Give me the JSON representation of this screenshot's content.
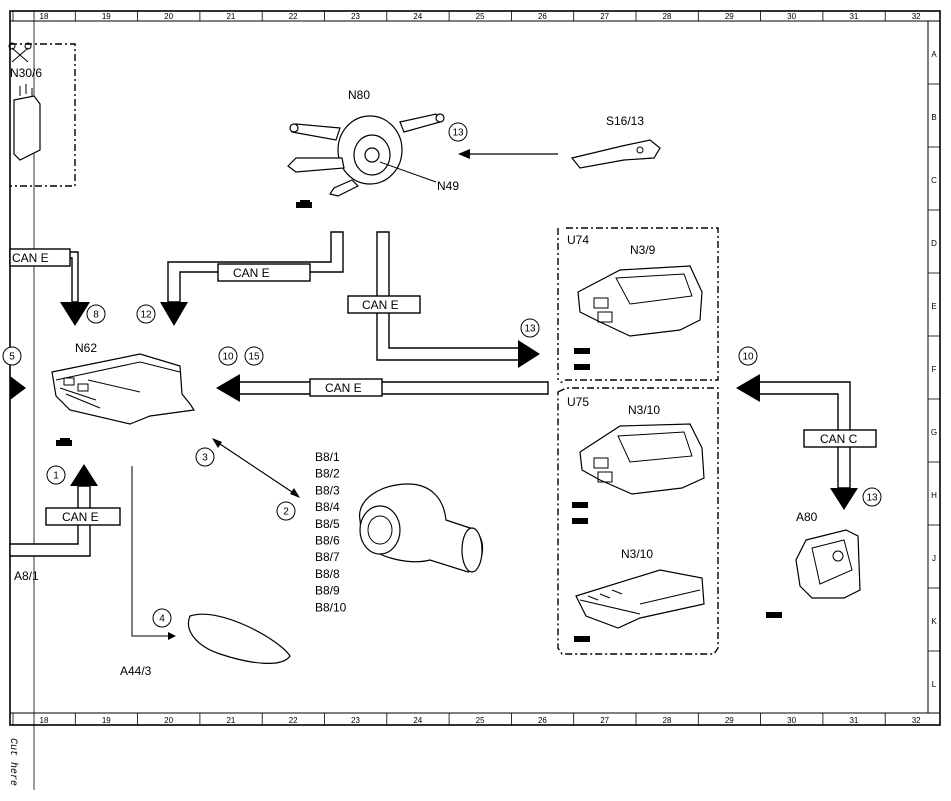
{
  "ruler": {
    "columns": [
      "18",
      "19",
      "20",
      "21",
      "22",
      "23",
      "24",
      "25",
      "26",
      "27",
      "28",
      "29",
      "30",
      "31",
      "32"
    ],
    "rows": [
      "A",
      "B",
      "C",
      "D",
      "E",
      "F",
      "G",
      "H",
      "J",
      "K",
      "L"
    ]
  },
  "components": {
    "n30_6": "N30/6",
    "n80": "N80",
    "n49": "N49",
    "s16_13": "S16/13",
    "u74": "U74",
    "n3_9": "N3/9",
    "u75": "U75",
    "n3_10_a": "N3/10",
    "n3_10_b": "N3/10",
    "n62": "N62",
    "a80": "A80",
    "a8_1": "A8/1",
    "a44_3": "A44/3",
    "b8": [
      "B8/1",
      "B8/2",
      "B8/3",
      "B8/4",
      "B8/5",
      "B8/6",
      "B8/7",
      "B8/8",
      "B8/9",
      "B8/10"
    ]
  },
  "bus_labels": {
    "left_top": "CAN E",
    "n80_left": "CAN E",
    "n80_right": "CAN E",
    "main": "CAN E",
    "can_c": "CAN C",
    "a8_1": "CAN E"
  },
  "callouts": {
    "c13_s16": "13",
    "c8": "8",
    "c12": "12",
    "c13_u74": "13",
    "c5": "5",
    "c10_n62": "10",
    "c15": "15",
    "c10_right": "10",
    "c13_a80": "13",
    "c3": "3",
    "c2": "2",
    "c1": "1",
    "c4": "4"
  },
  "footer": {
    "cut_here": "Cut here"
  }
}
